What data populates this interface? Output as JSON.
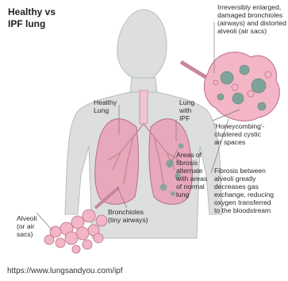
{
  "title": "Healthy vs\nIPF lung",
  "labels": {
    "damaged": "Irreversibly enlarged,\ndamaged bronchioles\n(airways) and distorted\nalveoli (air sacs)",
    "healthy_lung": "Healthy\nLung",
    "lung_ipf": "Lung\nwith\nIPF",
    "bronchioles": "Bronchioles\n(tiny airways)",
    "alveoli": "Alveoli\n(or air\nsacs)",
    "fibrosis_areas": "Areas of\nfibrosis\nalternate\nwith areas\nof normal\nlung",
    "honeycombing": "'Honeycombing'-\nclustered cystic\nair spaces",
    "fibrosis_exchange": "Fibrosis between\nalveoli greatly\ndecreases gas\nexchange, reducing\noxygen transferred\nto the bloodstream"
  },
  "source_url": "https://www.lungsandyou.com/ipf",
  "colors": {
    "body": "#dcdedf",
    "body_shadow": "#b9bcbe",
    "lung": "#e8a8bb",
    "alveoli": "#f2b6c6",
    "fibrosis": "#7fa39a",
    "leader": "#777777"
  }
}
